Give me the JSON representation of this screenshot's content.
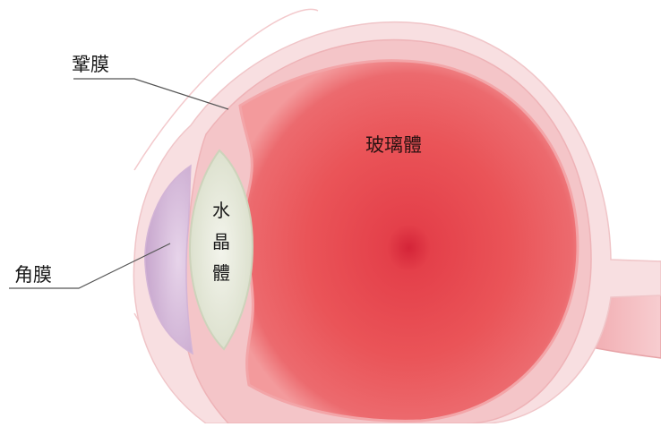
{
  "labels": {
    "sclera": "鞏膜",
    "cornea": "角膜",
    "vitreous": "玻璃體",
    "lens": [
      "水",
      "晶",
      "體"
    ]
  },
  "colors": {
    "background": "#ffffff",
    "sclera_outer": "#f6d6d8",
    "sclera_band": "#f4c2c6",
    "vitreous_fill": "#e8454c",
    "vitreous_center": "#d8283a",
    "vitreous_edge": "#f08a8e",
    "lens_fill": "#e9ecdf",
    "cornea_fill": "#d9c2dc",
    "optic_nerve": "#f2b5b9",
    "leader_line": "#555555"
  }
}
